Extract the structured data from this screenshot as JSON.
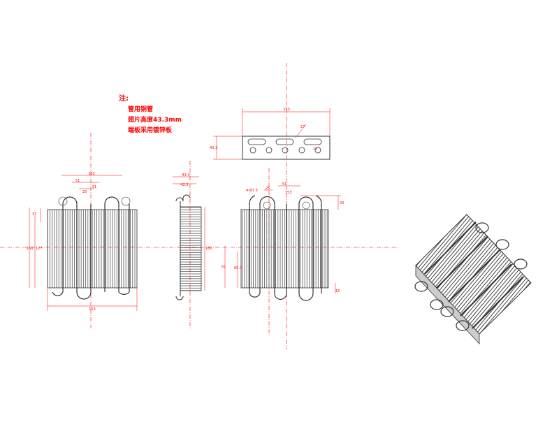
{
  "notes": {
    "title": "注:",
    "lines": [
      "管用铜管",
      "翅片高度43.3mm",
      "端板采用镀锌板"
    ]
  },
  "dimensions": {
    "top": {
      "width": "153",
      "height": "43.3",
      "hole_pitch": "27",
      "slot": "13"
    },
    "front": {
      "pitch1": "102",
      "pitch2": "51",
      "pitch3": "51",
      "pitch4": "25",
      "left_h1": "160",
      "left_h2": "127",
      "left_h3": "37",
      "width": "153"
    },
    "side": {
      "depth": "43.3",
      "inner": "42.3",
      "height": "160"
    },
    "back": {
      "holes": "4-Φ7.5",
      "p1": "25",
      "p2": "51",
      "p3": "153",
      "right_top": "20",
      "right_bot": "15",
      "left_h1": "70",
      "left_h2": "65.3"
    }
  },
  "colors": {
    "dimension": "#ff0000",
    "drawing": "#333333"
  }
}
